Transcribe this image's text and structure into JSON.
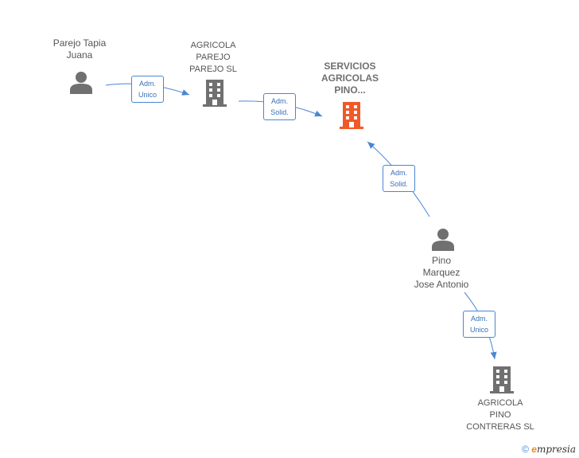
{
  "nodes": {
    "person_1": {
      "lines": [
        "Parejo Tapia",
        "Juana"
      ]
    },
    "company_1": {
      "lines": [
        "AGRICOLA",
        "PAREJO",
        "PAREJO  SL"
      ]
    },
    "focus": {
      "lines": [
        "SERVICIOS",
        "AGRICOLAS",
        "PINO..."
      ]
    },
    "person_2": {
      "lines": [
        "Pino",
        "Marquez",
        "Jose Antonio"
      ]
    },
    "company_2": {
      "lines": [
        "AGRICOLA",
        "PINO",
        "CONTRERAS  SL"
      ]
    }
  },
  "edges": [
    {
      "from": "person_1",
      "to": "company_1",
      "lines": [
        "Adm.",
        "Unico"
      ]
    },
    {
      "from": "company_1",
      "to": "focus",
      "lines": [
        "Adm.",
        "Solid."
      ]
    },
    {
      "from": "person_2",
      "to": "focus",
      "lines": [
        "Adm.",
        "Solid."
      ]
    },
    {
      "from": "person_2",
      "to": "company_2",
      "lines": [
        "Adm.",
        "Unico"
      ]
    }
  ],
  "colors": {
    "edge": "#4a86d4",
    "person_icon": "#707070",
    "company_icon": "#707070",
    "focus_icon": "#f05a28"
  },
  "footer": {
    "copyright": "©",
    "brand_initial": "e",
    "brand_rest": "mpresia"
  }
}
